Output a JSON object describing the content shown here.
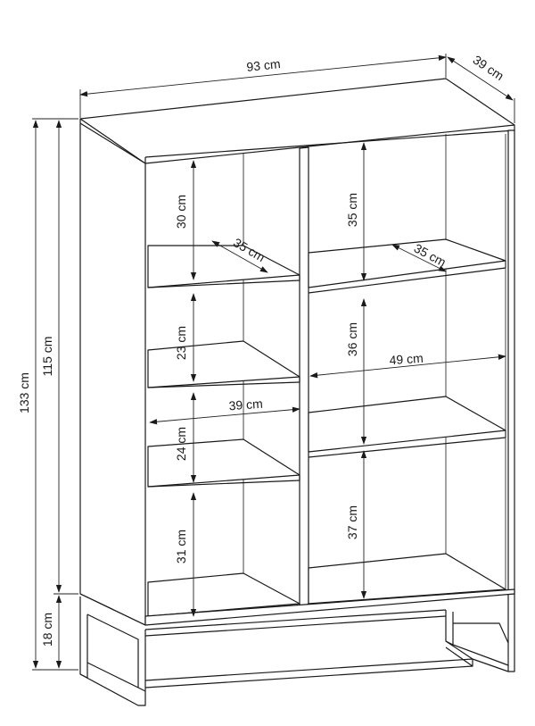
{
  "dimensions": {
    "width": "93 cm",
    "depth": "39 cm",
    "total_height": "133 cm",
    "body_height": "115 cm",
    "leg_height": "18 cm",
    "left_top_compartment": "30 cm",
    "left_shelf_depth": "35 cm",
    "left_second_compartment": "23 cm",
    "left_inner_width": "39 cm",
    "left_third_compartment": "24 cm",
    "left_bottom_compartment": "31 cm",
    "right_top_compartment": "35 cm",
    "right_shelf_depth": "35 cm",
    "right_middle_compartment": "36 cm",
    "right_inner_width": "49 cm",
    "right_bottom_compartment": "37 cm"
  }
}
